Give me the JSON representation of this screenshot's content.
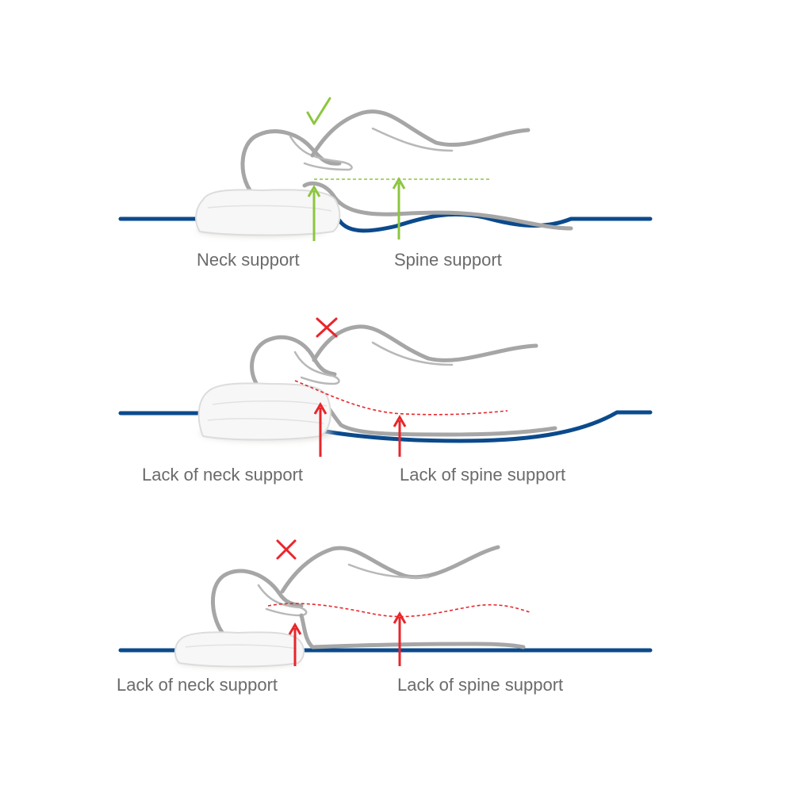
{
  "colors": {
    "good": "#8cc63f",
    "bad": "#e8262b",
    "mattress": "#0b4a8c",
    "body": "#a6a6a6",
    "label": "#6b6b6b"
  },
  "panels": [
    {
      "status": "check-icon",
      "labels": {
        "neck": "Neck support",
        "spine": "Spine support"
      }
    },
    {
      "status": "cross-icon",
      "labels": {
        "neck": "Lack of neck support",
        "spine": "Lack of spine support"
      }
    },
    {
      "status": "cross-icon",
      "labels": {
        "neck": "Lack of neck support",
        "spine": "Lack of spine support"
      }
    }
  ]
}
